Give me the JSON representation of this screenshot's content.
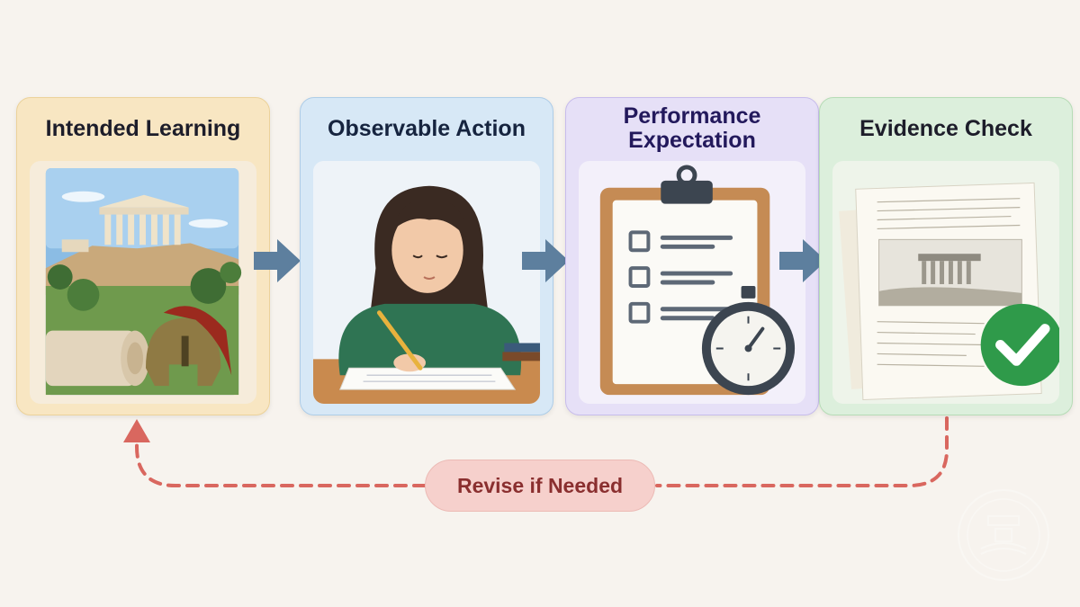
{
  "steps": [
    {
      "title": "Intended Learning",
      "illustration": "acropolis-helmet-illustration"
    },
    {
      "title": "Observable Action",
      "illustration": "student-writing-illustration"
    },
    {
      "title": "Performance Expectation",
      "illustration": "clipboard-stopwatch-illustration"
    },
    {
      "title": "Evidence Check",
      "illustration": "papers-checkmark-illustration"
    }
  ],
  "loop": {
    "label": "Revise if Needed"
  },
  "colors": {
    "intended": "#f8e6c2",
    "observable": "#d7e8f6",
    "performance": "#e6e0f7",
    "evidence": "#dcefdc",
    "arrow": "#5d7f9e",
    "revise": "#d9675f",
    "check": "#2f9a4a"
  }
}
